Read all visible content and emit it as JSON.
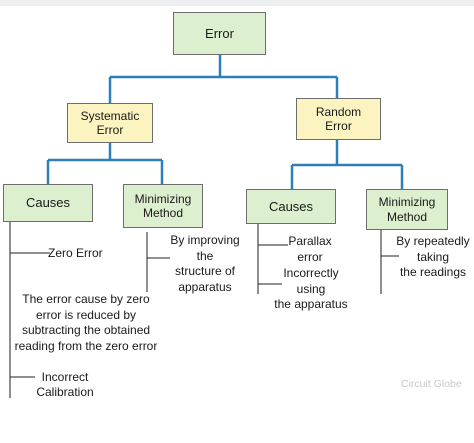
{
  "root": {
    "label": "Error"
  },
  "branches": {
    "systematic": {
      "label_line1": "Systematic",
      "label_line2": "Error",
      "causes": {
        "label": "Causes",
        "items": [
          "Zero Error",
          "The error cause by zero",
          "error is reduced by",
          "subtracting the obtained",
          "reading from the zero error",
          "Incorrect",
          "Calibration"
        ]
      },
      "minimizing": {
        "label_line1": "Minimizing",
        "label_line2": "Method",
        "items": [
          "By improving",
          "the",
          "structure of",
          "apparatus"
        ]
      }
    },
    "random": {
      "label_line1": "Random",
      "label_line2": "Error",
      "causes": {
        "label": "Causes",
        "items": [
          "Parallax",
          "error",
          "Incorrectly",
          "using",
          "the apparatus"
        ]
      },
      "minimizing": {
        "label_line1": "Minimizing",
        "label_line2": "Method",
        "items": [
          "By repeatedly",
          "taking",
          "the readings"
        ]
      }
    }
  },
  "watermark": "Circuit Globe",
  "colors": {
    "connector": "#2d7fb8",
    "green_box": "#dcefcf",
    "yellow_box": "#fbf3c0"
  }
}
